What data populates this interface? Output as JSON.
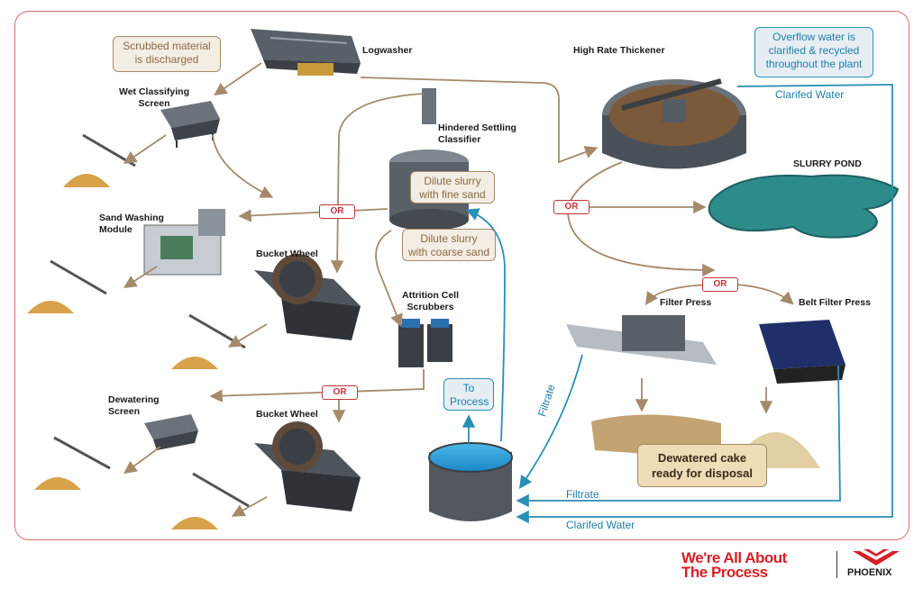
{
  "equipment": {
    "logwasher": "Logwasher",
    "wet_classifying_screen": "Wet Classifying\nScreen",
    "sand_washing_module": "Sand Washing\nModule",
    "bucket_wheel_1": "Bucket Wheel",
    "bucket_wheel_2": "Bucket Wheel",
    "hindered_settling_classifier": "Hindered Settling\nClassifier",
    "attrition_cell_scrubbers": "Attrition Cell\nScrubbers",
    "dewatering_screen": "Dewatering\nScreen",
    "high_rate_thickener": "High Rate Thickener",
    "slurry_pond": "SLURRY POND",
    "filter_press": "Filter Press",
    "belt_filter_press": "Belt Filter Press"
  },
  "callouts": {
    "scrubbed_material": "Scrubbed material\nis discharged",
    "overflow_water": "Overflow water is\nclarified & recycled\nthroughout the plant",
    "dilute_fine": "Dilute slurry\nwith fine sand",
    "dilute_coarse": "Dilute slurry\nwith coarse sand",
    "to_process": "To\nProcess",
    "dewatered_cake": "Dewatered cake\nready for disposal"
  },
  "or_tags": [
    "OR",
    "OR",
    "OR",
    "OR"
  ],
  "flow_labels": {
    "clarified_top": "Clarifed Water",
    "filtrate_diag": "Filtrate",
    "filtrate_bottom": "Filtrate",
    "clarified_bottom": "Clarifed Water"
  },
  "branding": {
    "tagline": "We're All About\nThe Process",
    "company": "PHOENIX"
  },
  "colors": {
    "border": "#e06b6b",
    "tan_arrow": "#a58a6a",
    "blue_arrow": "#2a8fb5",
    "or_red": "#c0343a",
    "brand_red": "#d52027"
  }
}
